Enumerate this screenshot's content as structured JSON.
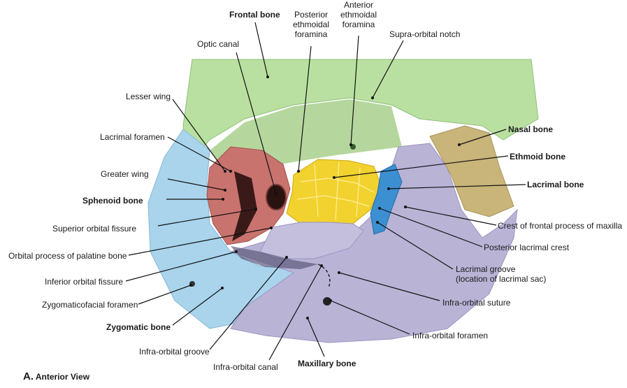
{
  "labels": {
    "frontal_bone": "Frontal bone",
    "posterior_ethmoidal_foramina": "Posterior\nethmoidal\nforamina",
    "anterior_ethmoidal_foramina": "Anterior\nethmoidal\nforamina",
    "supraorbital_notch": "Supra-orbital notch",
    "optic_canal": "Optic canal",
    "lesser_wing": "Lesser wing",
    "lacrimal_foramen": "Lacrimal foramen",
    "greater_wing": "Greater wing",
    "sphenoid_bone": "Sphenoid bone",
    "superior_orbital_fissure": "Superior orbital fissure",
    "orbital_process_palatine": "Orbital process of palatine bone",
    "inferior_orbital_fissure": "Inferior orbital fissure",
    "zygomaticofacial_foramen": "Zygomaticofacial foramen",
    "zygomatic_bone": "Zygomatic bone",
    "infraorbital_groove": "Infra-orbital groove",
    "infraorbital_canal": "Infra-orbital canal",
    "maxillary_bone": "Maxillary bone",
    "infraorbital_foramen": "Infra-orbital foramen",
    "infraorbital_suture": "Infra-orbital suture",
    "lacrimal_groove": "Lacrimal groove\n(location of lacrimal sac)",
    "posterior_lacrimal_crest": "Posterior lacrimal crest",
    "crest_frontal_process_maxilla": "Crest of frontal process of maxilla",
    "lacrimal_bone": "Lacrimal bone",
    "ethmoid_bone": "Ethmoid bone",
    "nasal_bone": "Nasal bone"
  },
  "caption": {
    "letter": "A.",
    "text": "Anterior View"
  },
  "colors": {
    "frontal": "#b9e0a0",
    "sphenoid": "#c9736e",
    "ethmoid": "#f2d22e",
    "lacrimal": "#3c8fd0",
    "nasal": "#c9b47a",
    "maxilla": "#b9b3d6",
    "zygomatic": "#a9d4ec",
    "palatine": "#d6c79a",
    "leader": "#111111"
  }
}
